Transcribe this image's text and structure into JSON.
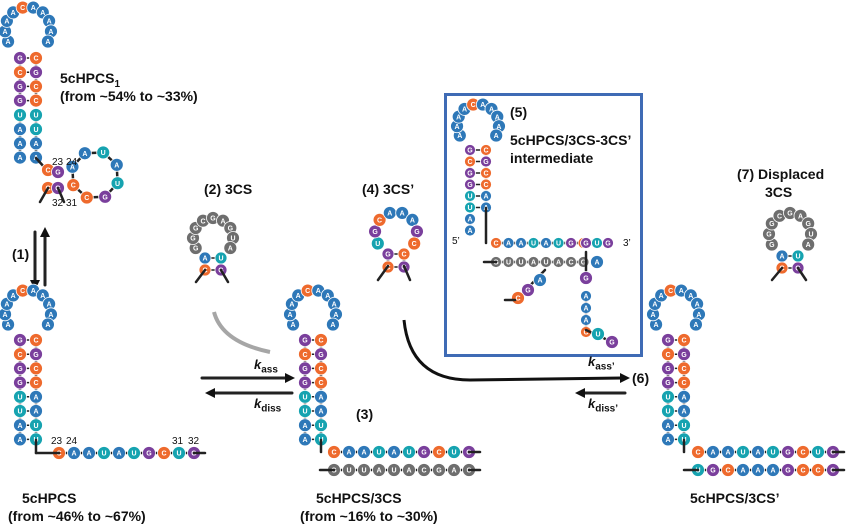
{
  "labels": {
    "hp1_name": "5cHPCS",
    "hp1_sub": "1",
    "hp1_range": "(from ~54% to ~33%)",
    "hp2_name": "5cHPCS",
    "hp2_range": "(from ~46% to ~67%)",
    "cs3": "(2)  3CS",
    "step1": "(1)",
    "step3": "(3)",
    "cs3p": "(4)  3CS’",
    "step5": "(5)",
    "inter1": "5cHPCS/3CS-3CS’",
    "inter2": "intermediate",
    "disp1": "(7)  Displaced",
    "disp2": "3CS",
    "step6": "(6)",
    "dup1_name": "5cHPCS/3CS",
    "dup1_range": "(from ~16% to ~30%)",
    "dup2_name": "5cHPCS/3CS’",
    "five_prime": "5’",
    "three_prime": "3’"
  },
  "positions": {
    "p23a": "23",
    "p24a": "24",
    "p32a": "32",
    "p31a": "31",
    "p23b": "23",
    "p24b": "24",
    "p31b": "31",
    "p32b": "32"
  },
  "rates": {
    "k": "k",
    "ass": "ass",
    "diss": "diss",
    "ass_p": "ass’",
    "diss_p": "diss’"
  },
  "sequences": {
    "loop": [
      "A",
      "A",
      "A",
      "A",
      "C",
      "A",
      "A",
      "A",
      "A",
      "A",
      "C",
      "A"
    ],
    "stem_left": [
      "G",
      "C",
      "G",
      "G",
      "U",
      "U",
      "A",
      "A"
    ],
    "stem_right": [
      "C",
      "G",
      "C",
      "C",
      "A",
      "A",
      "U",
      "U"
    ],
    "tail": [
      "C",
      "A",
      "A",
      "U",
      "A",
      "U",
      "G",
      "C",
      "U",
      "G"
    ],
    "complement": [
      "G",
      "U",
      "U",
      "A",
      "U",
      "A",
      "C",
      "G",
      "A",
      "C"
    ],
    "cs3": [
      "A",
      "G",
      "C",
      "G",
      "G",
      "A",
      "G",
      "U",
      "A",
      "C"
    ],
    "cs3p": [
      "U",
      "G",
      "C",
      "A",
      "A",
      "A",
      "G",
      "C",
      "C",
      "G"
    ]
  },
  "colors": {
    "A": "#2e78b8",
    "C": "#ee6a2d",
    "G": "#7a3f9c",
    "U": "#16a3b0",
    "grey_dark": "#6e6e6e",
    "grey_light": "#a6a6a6",
    "box_border": "#3f6bb5",
    "backbone": "#222222"
  }
}
